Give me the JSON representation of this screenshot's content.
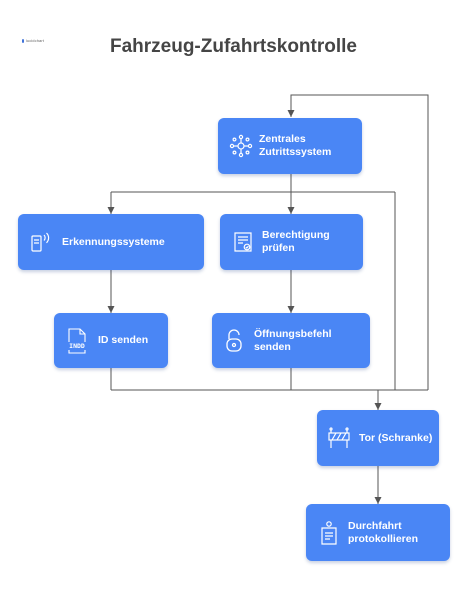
{
  "logo": {
    "icon": "logo-mark-icon",
    "text": "lucidchart"
  },
  "title": "Fahrzeug-Zufahrtskontrolle",
  "colors": {
    "node_fill": "#4a86f5",
    "connector": "#555555",
    "title": "#454545"
  },
  "nodes": {
    "central": {
      "line1": "Zentrales",
      "line2": "Zutrittssystem",
      "icon": "network-hub-icon"
    },
    "detection": {
      "line1": "Erkennungssysteme",
      "icon": "card-reader-icon"
    },
    "authorization": {
      "line1": "Berechtigung",
      "line2": "prüfen",
      "icon": "certificate-icon"
    },
    "send_id": {
      "line1": "ID senden",
      "icon": "indd-file-icon",
      "icon_text": "INDD"
    },
    "open_cmd": {
      "line1": "Öffnungsbefehl",
      "line2": "senden",
      "icon": "unlock-icon"
    },
    "gate": {
      "line1": "Tor (Schranke)",
      "icon": "barrier-gate-icon"
    },
    "log": {
      "line1": "Durchfahrt",
      "line2": "protokollieren",
      "icon": "notepad-icon"
    }
  },
  "edges": [
    [
      "central",
      "detection"
    ],
    [
      "central",
      "authorization"
    ],
    [
      "central",
      "gate"
    ],
    [
      "detection",
      "send_id"
    ],
    [
      "authorization",
      "open_cmd"
    ],
    [
      "send_id",
      "gate"
    ],
    [
      "open_cmd",
      "gate"
    ],
    [
      "gate",
      "central"
    ],
    [
      "gate",
      "log"
    ]
  ]
}
